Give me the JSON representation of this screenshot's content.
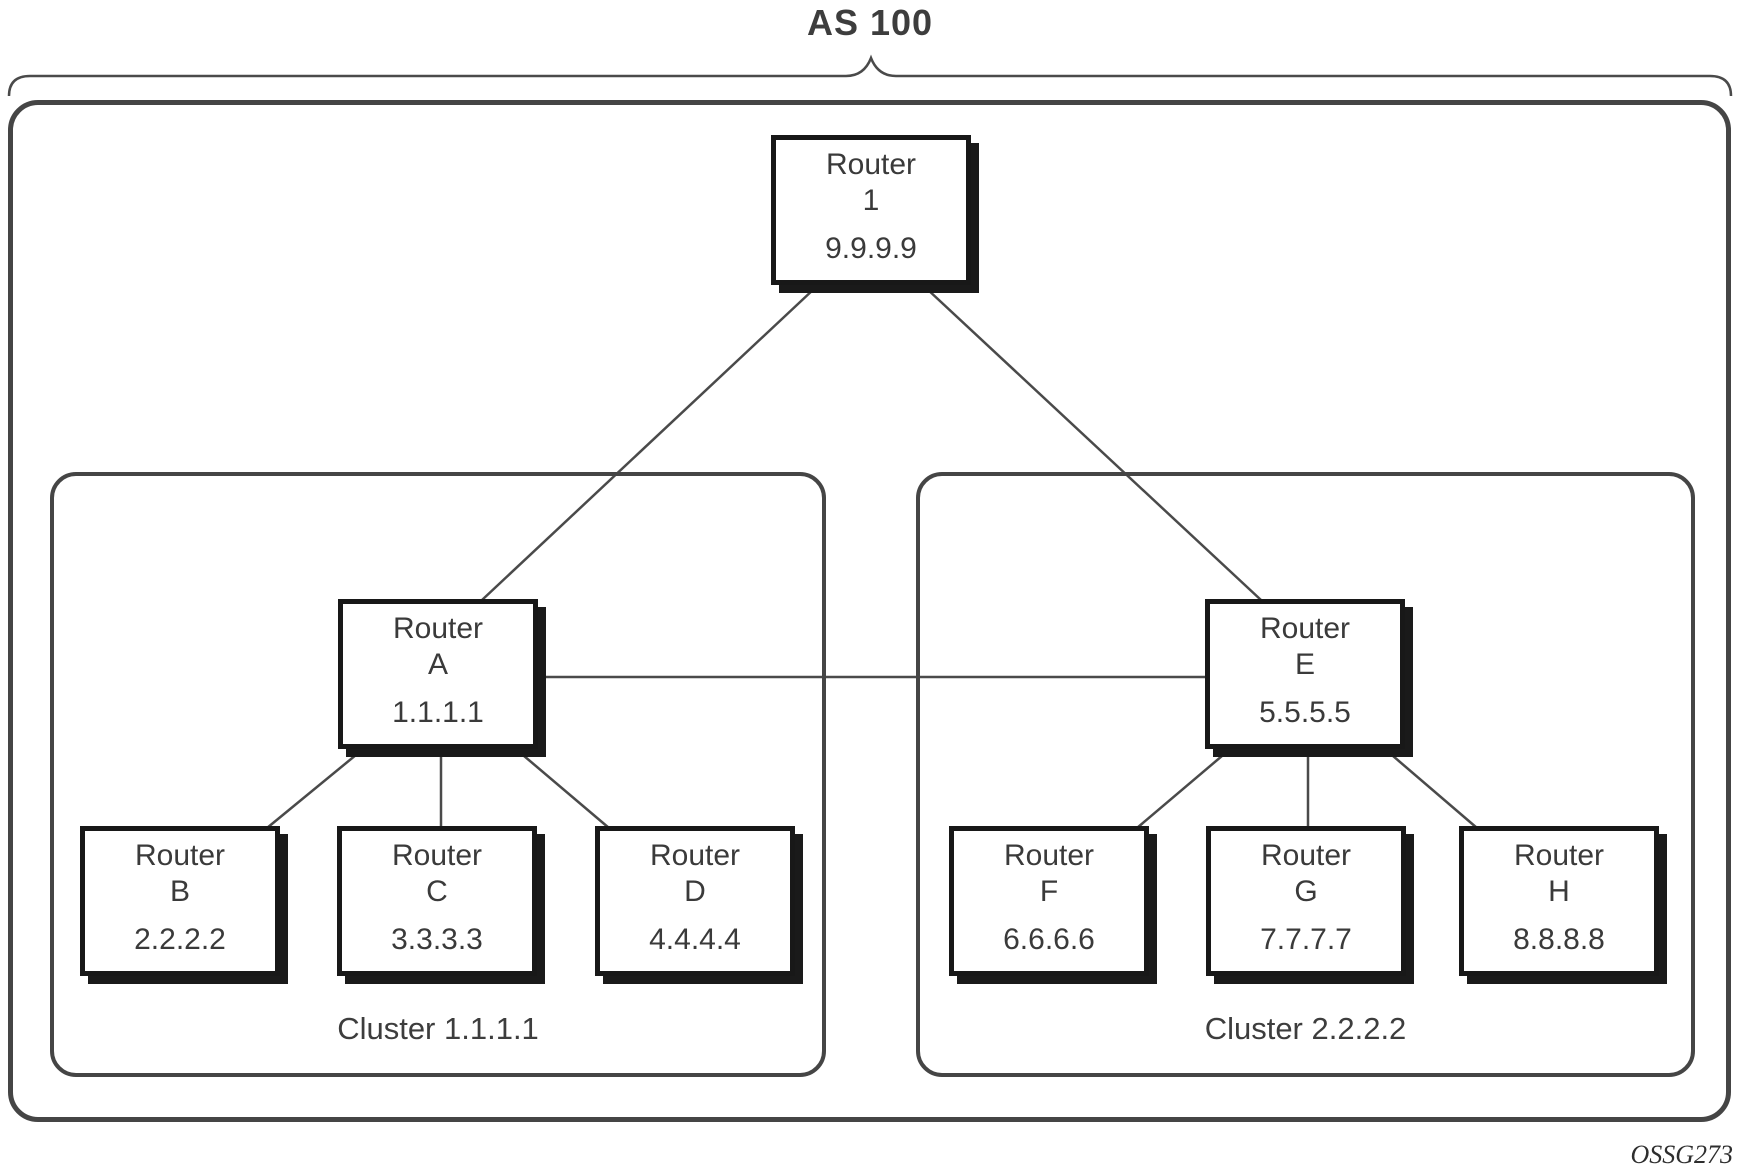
{
  "diagram": {
    "title": "AS 100",
    "watermark": "OSSG273",
    "clusters": [
      {
        "label": "Cluster 1.1.1.1"
      },
      {
        "label": "Cluster 2.2.2.2"
      }
    ],
    "routers": {
      "r1": {
        "name": "Router",
        "id": "1",
        "ip": "9.9.9.9"
      },
      "a": {
        "name": "Router",
        "id": "A",
        "ip": "1.1.1.1"
      },
      "b": {
        "name": "Router",
        "id": "B",
        "ip": "2.2.2.2"
      },
      "c": {
        "name": "Router",
        "id": "C",
        "ip": "3.3.3.3"
      },
      "d": {
        "name": "Router",
        "id": "D",
        "ip": "4.4.4.4"
      },
      "e": {
        "name": "Router",
        "id": "E",
        "ip": "5.5.5.5"
      },
      "f": {
        "name": "Router",
        "id": "F",
        "ip": "6.6.6.6"
      },
      "g": {
        "name": "Router",
        "id": "G",
        "ip": "7.7.7.7"
      },
      "h": {
        "name": "Router",
        "id": "H",
        "ip": "8.8.8.8"
      }
    },
    "colors": {
      "box_border": "#181818",
      "container_border": "#454545",
      "line": "#4a4a4a",
      "text": "#3a3a3a"
    }
  }
}
